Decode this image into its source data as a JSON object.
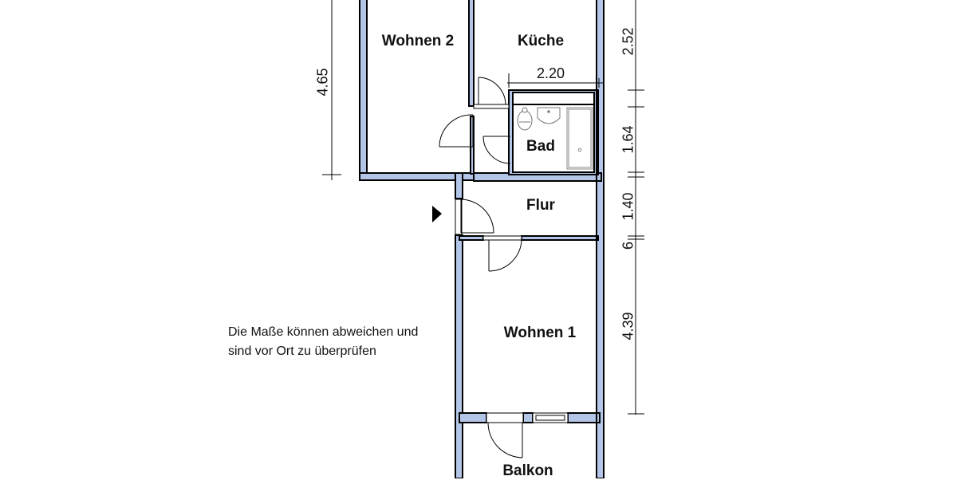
{
  "rooms": [
    {
      "id": "wohnen2",
      "label": "Wohnen 2"
    },
    {
      "id": "kueche",
      "label": "Küche"
    },
    {
      "id": "bad",
      "label": "Bad"
    },
    {
      "id": "flur",
      "label": "Flur"
    },
    {
      "id": "wohnen1",
      "label": "Wohnen 1"
    },
    {
      "id": "balkon",
      "label": "Balkon"
    }
  ],
  "dimensions": {
    "left": [
      "4.65"
    ],
    "top_bad_width": "2.20",
    "right": [
      "2.52",
      "1.64",
      "1.40",
      "6",
      "4.39"
    ]
  },
  "note": {
    "line1": "Die Maße können abweichen und",
    "line2": "sind vor Ort zu überprüfen"
  },
  "colors": {
    "wall_fill": "#b4c6e7",
    "wall_outline": "#000000"
  },
  "icons": [
    "entrance-arrow-icon",
    "toilet-icon",
    "sink-icon",
    "bathtub-icon"
  ]
}
